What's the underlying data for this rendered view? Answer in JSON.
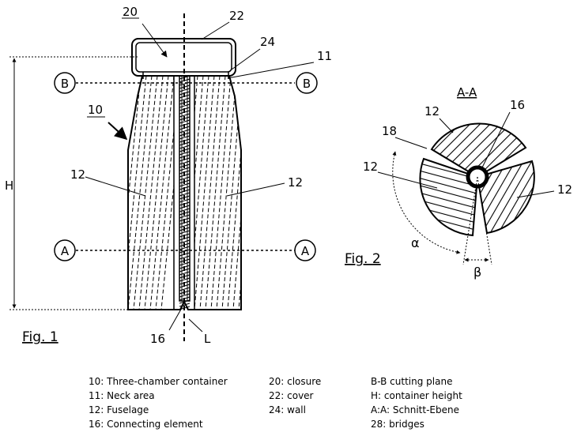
{
  "figure1": {
    "caption": "Fig. 1",
    "labels": {
      "ref_20": "20",
      "ref_22": "22",
      "ref_24": "24",
      "ref_11": "11",
      "ref_10": "10",
      "ref_12_left": "12",
      "ref_12_right": "12",
      "ref_16": "16",
      "axis_L": "L",
      "height_H": "H",
      "section_B_left": "B",
      "section_B_right": "B",
      "section_A_left": "A",
      "section_A_right": "A"
    }
  },
  "figure2": {
    "caption": "Fig. 2",
    "title": "A-A",
    "labels": {
      "ref_12_top": "12",
      "ref_16": "16",
      "ref_18": "18",
      "ref_12_left": "12",
      "ref_12_right": "12",
      "angle_alpha": "α",
      "angle_beta": "β"
    }
  },
  "legend": {
    "col1": [
      "10: Three-chamber  container",
      "11: Neck area",
      "12: Fuselage",
      "16: Connecting element"
    ],
    "col2": [
      "20: closure",
      "22: cover",
      "24: wall"
    ],
    "col3": [
      "B-B  cutting plane",
      "H: container  height",
      "A:A:  Schnitt-Ebene",
      "28: bridges"
    ]
  }
}
